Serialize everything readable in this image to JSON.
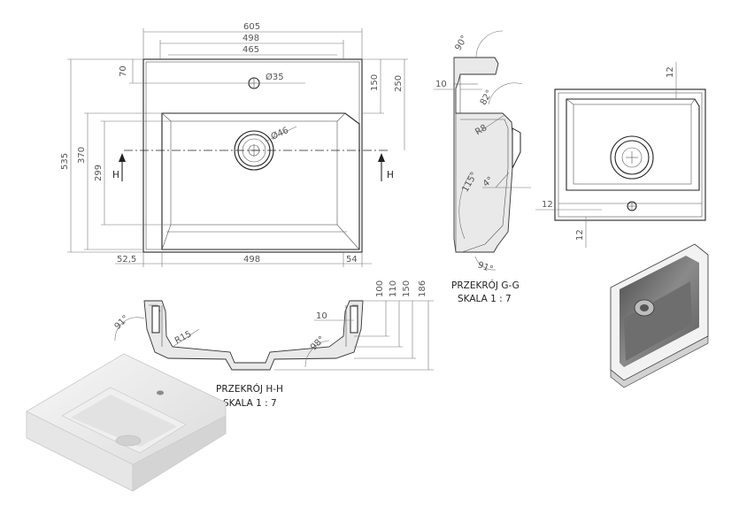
{
  "top_view": {
    "dims": {
      "w605": "605",
      "w498": "498",
      "w465": "465",
      "d70": "70",
      "dia35": "Ø35",
      "d150": "150",
      "d250": "250",
      "h535": "535",
      "h370": "370",
      "h299": "299",
      "dia46": "Ø46",
      "b525": "52,5",
      "b498": "498",
      "b54": "54"
    },
    "section_mark": "H"
  },
  "section_gg": {
    "dims": {
      "a90": "90°",
      "d10": "10",
      "a82": "82°",
      "r8": "R8",
      "a115": "115°",
      "a4": "4°",
      "a91": "91°"
    },
    "title": "PRZEKRÓJ G-G",
    "scale": "SKALA 1 : 7"
  },
  "section_hh": {
    "dims": {
      "a91": "91°",
      "r15": "R15",
      "t10": "10",
      "a98": "98°",
      "v100": "100",
      "v110": "110",
      "v150": "150",
      "v186": "186"
    },
    "title": "PRZEKRÓJ H-H",
    "scale": "SKALA 1 : 7"
  },
  "back_view": {
    "dims": {
      "d12a": "12",
      "d12b": "12",
      "d12c": "12"
    }
  }
}
